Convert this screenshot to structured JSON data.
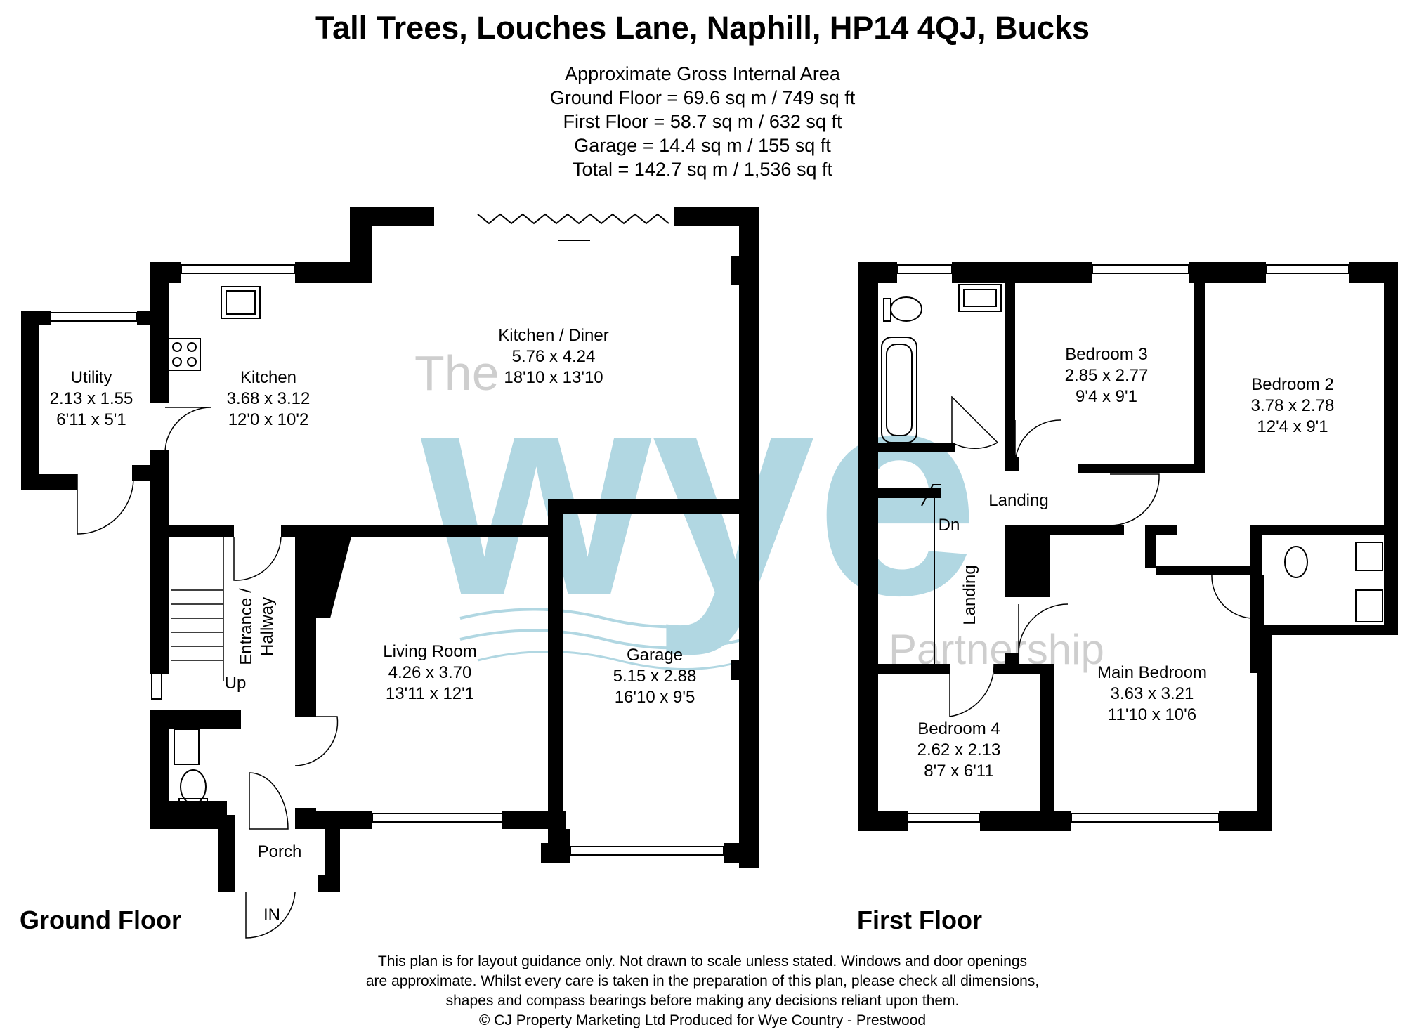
{
  "title": "Tall Trees, Louches Lane, Naphill, HP14 4QJ, Bucks",
  "area": {
    "heading": "Approximate Gross Internal Area",
    "ground": "Ground Floor = 69.6 sq m / 749 sq ft",
    "first": "First Floor = 58.7 sq m / 632 sq ft",
    "garage": "Garage = 14.4 sq m / 155 sq ft",
    "total": "Total = 142.7 sq m / 1,536 sq ft"
  },
  "watermark": {
    "the": "The",
    "wye": "wye",
    "partnership": "Partnership",
    "color": "#a9d3df"
  },
  "ground_floor": {
    "label": "Ground Floor",
    "utility": {
      "name": "Utility",
      "metric": "2.13 x 1.55",
      "imperial": "6'11 x 5'1"
    },
    "kitchen": {
      "name": "Kitchen",
      "metric": "3.68 x 3.12",
      "imperial": "12'0 x 10'2"
    },
    "kitchen_diner": {
      "name": "Kitchen / Diner",
      "metric": "5.76 x 4.24",
      "imperial": "18'10 x 13'10"
    },
    "hallway": {
      "line1": "Entrance /",
      "line2": "Hallway"
    },
    "up": "Up",
    "living_room": {
      "name": "Living Room",
      "metric": "4.26 x 3.70",
      "imperial": "13'11 x 12'1"
    },
    "garage": {
      "name": "Garage",
      "metric": "5.15 x 2.88",
      "imperial": "16'10 x 9'5"
    },
    "porch": "Porch",
    "entrance": "IN"
  },
  "first_floor": {
    "label": "First Floor",
    "bedroom3": {
      "name": "Bedroom 3",
      "metric": "2.85 x 2.77",
      "imperial": "9'4 x 9'1"
    },
    "bedroom2": {
      "name": "Bedroom 2",
      "metric": "3.78 x 2.78",
      "imperial": "12'4 x 9'1"
    },
    "landing": "Landing",
    "landing_vertical": "Landing",
    "down": "Dn",
    "main_bedroom": {
      "name": "Main Bedroom",
      "metric": "3.63 x 3.21",
      "imperial": "11'10 x 10'6"
    },
    "bedroom4": {
      "name": "Bedroom 4",
      "metric": "2.62 x 2.13",
      "imperial": "8'7 x 6'11"
    }
  },
  "disclaimer": {
    "line1": "This plan is for layout guidance only. Not drawn to scale unless stated. Windows and door openings",
    "line2": "are approximate. Whilst every care is taken in the preparation of this plan, please check all dimensions,",
    "line3": "shapes and compass bearings before making any decisions reliant upon them.",
    "line4": "© CJ Property Marketing Ltd Produced for Wye Country - Prestwood"
  },
  "colors": {
    "wall": "#000000",
    "background": "#ffffff"
  }
}
